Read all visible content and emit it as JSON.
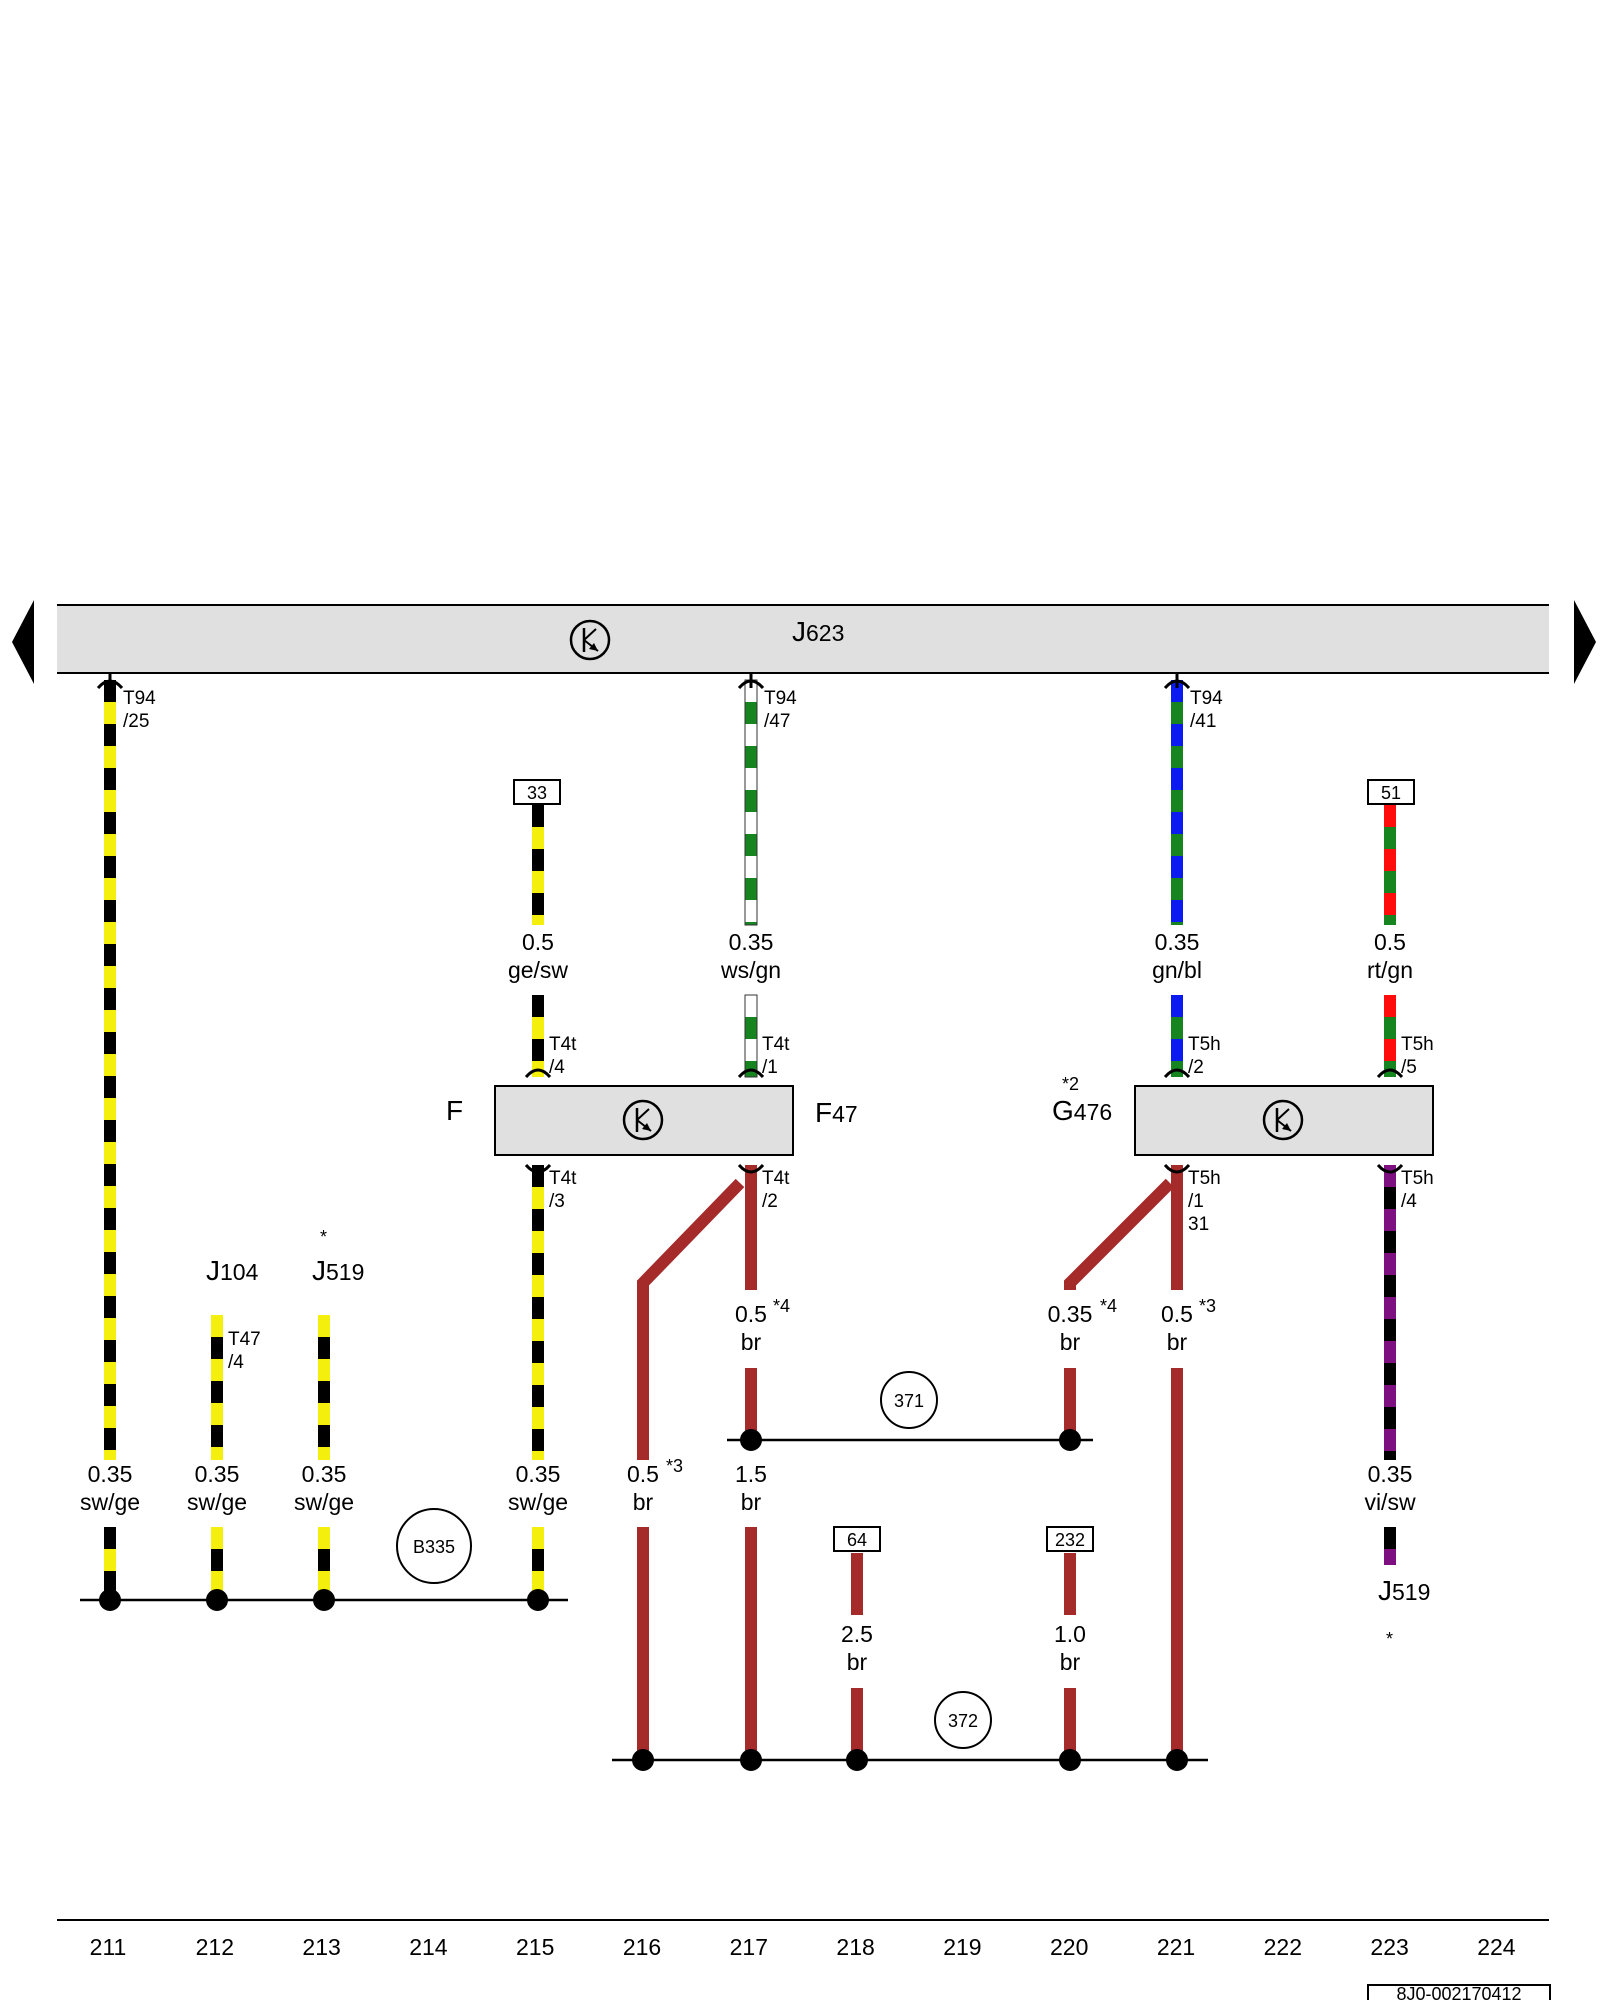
{
  "colors": {
    "sw": "#000000",
    "ge": "#f4ef0c",
    "ws": "#ffffff",
    "gn": "#16841f",
    "bl": "#0a1af0",
    "rt": "#ff0d0d",
    "vi": "#7d0f80",
    "br": "#a52a2a",
    "module_fill": "#e0e0e0"
  },
  "modules": {
    "j623": {
      "prefix": "J",
      "num": "623"
    },
    "f47": {
      "left": "F",
      "prefix": "F",
      "num": "47"
    },
    "g476": {
      "note": "*2",
      "prefix": "G",
      "num": "476"
    }
  },
  "components": {
    "j104": {
      "prefix": "J",
      "num": "104"
    },
    "j519a": {
      "note": "*",
      "prefix": "J",
      "num": "519"
    },
    "j519b": {
      "note": "*",
      "prefix": "J",
      "num": "519"
    }
  },
  "pins": {
    "t94_25": [
      "T94",
      "/25"
    ],
    "t94_47": [
      "T94",
      "/47"
    ],
    "t94_41": [
      "T94",
      "/41"
    ],
    "t4t_4": [
      "T4t",
      "/4"
    ],
    "t4t_1": [
      "T4t",
      "/1"
    ],
    "t4t_3": [
      "T4t",
      "/3"
    ],
    "t4t_2": [
      "T4t",
      "/2"
    ],
    "t5h_2": [
      "T5h",
      "/2"
    ],
    "t5h_5": [
      "T5h",
      "/5"
    ],
    "t5h_1": [
      "T5h",
      "/1",
      "31"
    ],
    "t5h_4": [
      "T5h",
      "/4"
    ],
    "t47_4": [
      "T47",
      "/4"
    ]
  },
  "wires": {
    "w211": {
      "size": "0.35",
      "color": "sw/ge"
    },
    "w212": {
      "size": "0.35",
      "color": "sw/ge"
    },
    "w213": {
      "size": "0.35",
      "color": "sw/ge"
    },
    "w215a": {
      "size": "0.5",
      "color": "ge/sw"
    },
    "w215b": {
      "size": "0.35",
      "color": "sw/ge"
    },
    "w216": {
      "size": "0.5",
      "note": "*3",
      "color": "br"
    },
    "w217a": {
      "size": "0.35",
      "color": "ws/gn"
    },
    "w217b": {
      "size": "0.5",
      "note": "*4",
      "color": "br"
    },
    "w217c": {
      "size": "1.5",
      "color": "br"
    },
    "w218": {
      "size": "2.5",
      "color": "br"
    },
    "w220a": {
      "size": "0.35",
      "note": "*4",
      "color": "br"
    },
    "w220b": {
      "size": "1.0",
      "color": "br"
    },
    "w221a": {
      "size": "0.35",
      "color": "gn/bl"
    },
    "w221b": {
      "size": "0.5",
      "note": "*3",
      "color": "br"
    },
    "w223a": {
      "size": "0.5",
      "color": "rt/gn"
    },
    "w223b": {
      "size": "0.35",
      "color": "vi/sw"
    }
  },
  "refs": {
    "r33": "33",
    "r51": "51",
    "r64": "64",
    "r232": "232"
  },
  "grounds": {
    "b335": "B335",
    "g371": "371",
    "g372": "372"
  },
  "columns": [
    "211",
    "212",
    "213",
    "214",
    "215",
    "216",
    "217",
    "218",
    "219",
    "220",
    "221",
    "222",
    "223",
    "224"
  ],
  "doc_id": "8J0-002170412"
}
